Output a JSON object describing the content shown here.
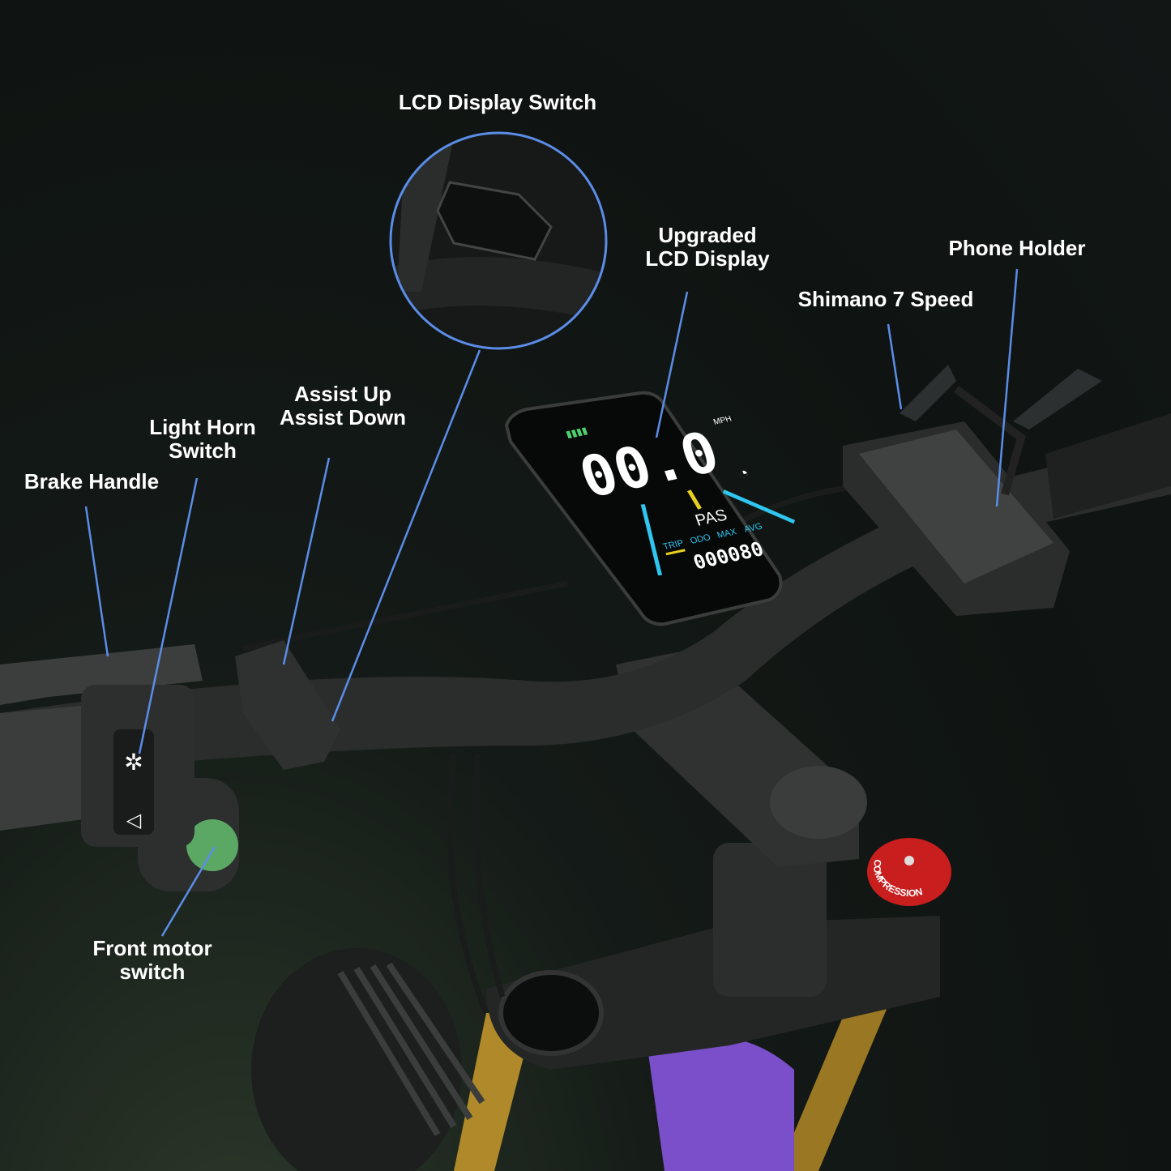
{
  "callouts": {
    "lcd_switch": "LCD Display Switch",
    "upgraded_display": [
      "Upgraded",
      "LCD Display"
    ],
    "phone_holder": "Phone Holder",
    "shimano": "Shimano 7 Speed",
    "assist": [
      "Assist Up",
      "Assist Down"
    ],
    "light_horn": [
      "Light Horn",
      "Switch"
    ],
    "brake_handle": "Brake Handle",
    "front_motor": [
      "Front motor",
      "switch"
    ]
  },
  "display": {
    "speed": "00.0",
    "unit": "MPH",
    "mode": "PAS",
    "tabs": [
      "TRIP",
      "ODO",
      "MAX",
      "AVG"
    ],
    "odometer": "000080"
  },
  "fork_knob": "COMPRESSION",
  "colors": {
    "callout_line": "#5b8de8",
    "display_accent": "#2fc6f0",
    "knob": "#c81e1e",
    "fork": "#b08a2a",
    "frame": "#7a4fc9"
  }
}
